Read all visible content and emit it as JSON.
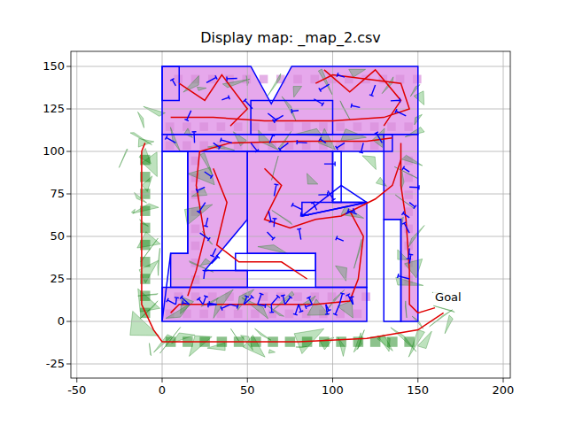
{
  "diagram": {
    "title": "Display map: _map_2.csv",
    "labels": [
      "-50",
      "0",
      "50",
      "100",
      "150",
      "200",
      "-25",
      "0",
      "25",
      "50",
      "75",
      "100",
      "125",
      "150",
      "Goal"
    ]
  }
}
